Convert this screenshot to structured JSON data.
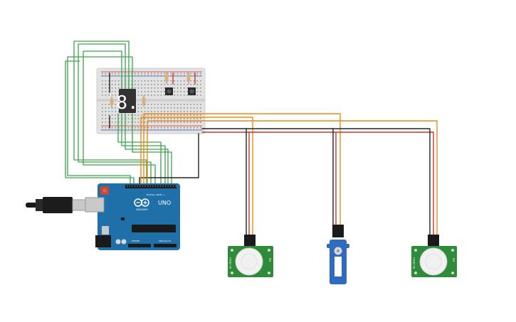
{
  "board": {
    "brand_label": "ARDUINO",
    "model_label": "UNO",
    "digital_label": "DIGITAL (PWM~)",
    "analog_label": "ANALOG IN",
    "power_label": "POWER"
  },
  "display": {
    "digit": "8."
  },
  "pir_sensors": [
    {
      "left_pin_label": "HC-SR501",
      "right_pin_label": "PIR"
    },
    {
      "left_pin_label": "HC-SR501",
      "right_pin_label": "PIR"
    }
  ],
  "colors": {
    "board": "#1f6fa8",
    "breadboard": "#e2e2e2",
    "wire_green": "#3aa64a",
    "wire_orange": "#e88a1a",
    "wire_red": "#d63028",
    "wire_black": "#222222",
    "pir_board": "#2e8b3a",
    "servo": "#2f6cc0",
    "display": "#333333",
    "segment": "#ffffff"
  },
  "icons": [
    "usb-cable-icon",
    "arduino-logo-icon",
    "push-button-icon",
    "resistor-icon",
    "servo-horn-icon",
    "pir-dome-icon"
  ]
}
